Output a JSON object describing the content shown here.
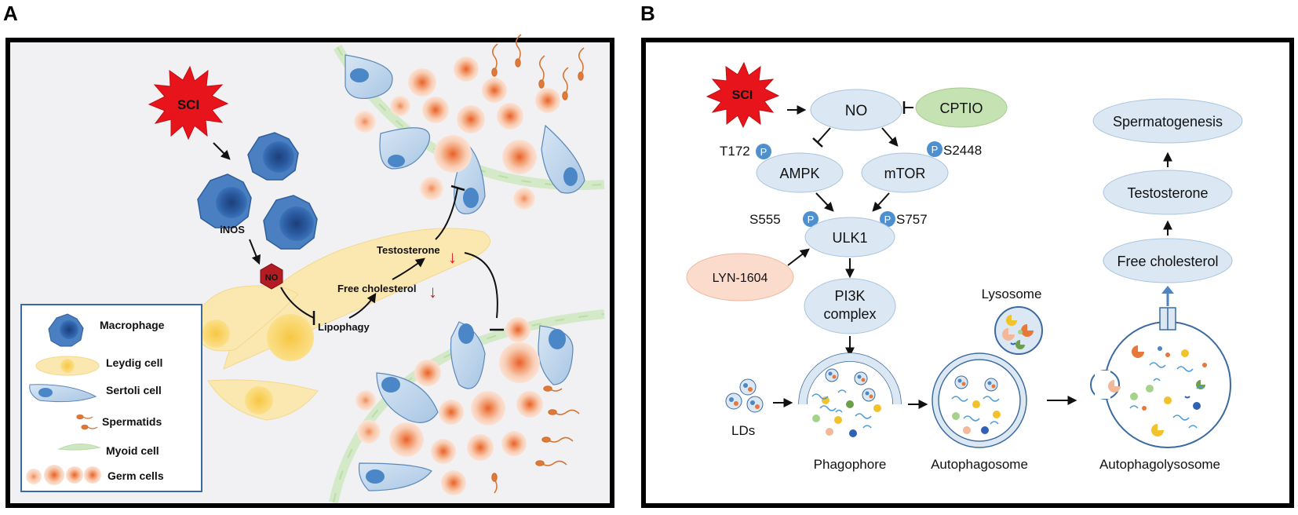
{
  "panels": {
    "a": {
      "letter": "A",
      "sci": "SCI",
      "inos": "iNOS",
      "no": "NO",
      "lipophagy": "Lipophagy",
      "free_cholesterol": "Free cholesterol",
      "testosterone": "Testosterone",
      "down_arrow": "↓",
      "legend": {
        "macrophage": "Macrophage",
        "leydig": "Leydig cell",
        "sertoli": "Sertoli cell",
        "spermatids": "Spermatids",
        "myoid": "Myoid cell",
        "germ": "Germ cells"
      }
    },
    "b": {
      "letter": "B",
      "sci": "SCI",
      "no": "NO",
      "cptio": "CPTIO",
      "t172": "T172",
      "s2448": "S2448",
      "ampk": "AMPK",
      "mtor": "mTOR",
      "s555": "S555",
      "s757": "S757",
      "p": "P",
      "ulk1": "ULK1",
      "lyn": "LYN-1604",
      "pi3k_line1": "PI3K",
      "pi3k_line2": "complex",
      "lysosome": "Lysosome",
      "lds": "LDs",
      "phagophore": "Phagophore",
      "autophagosome": "Autophagosome",
      "autophagolysosome": "Autophagolysosome",
      "spermatogenesis": "Spermatogenesis",
      "testosterone": "Testosterone",
      "free_cholesterol": "Free cholesterol"
    }
  },
  "colors": {
    "sci_red": "#e8141b",
    "node_fill": "#dbe8f4",
    "node_stroke": "#a9c4df",
    "cptio_fill": "#c5e2b3",
    "lyn_fill": "#fbdccc",
    "p_circle": "#4e8fcf",
    "macrophage": "#3a72b8",
    "leydig": "#fbe7b0",
    "sertoli": "#bcd3ea",
    "germ": "#f7cdb8",
    "myoid": "#cfe6c2",
    "inhibit_red": "#e8141b"
  }
}
